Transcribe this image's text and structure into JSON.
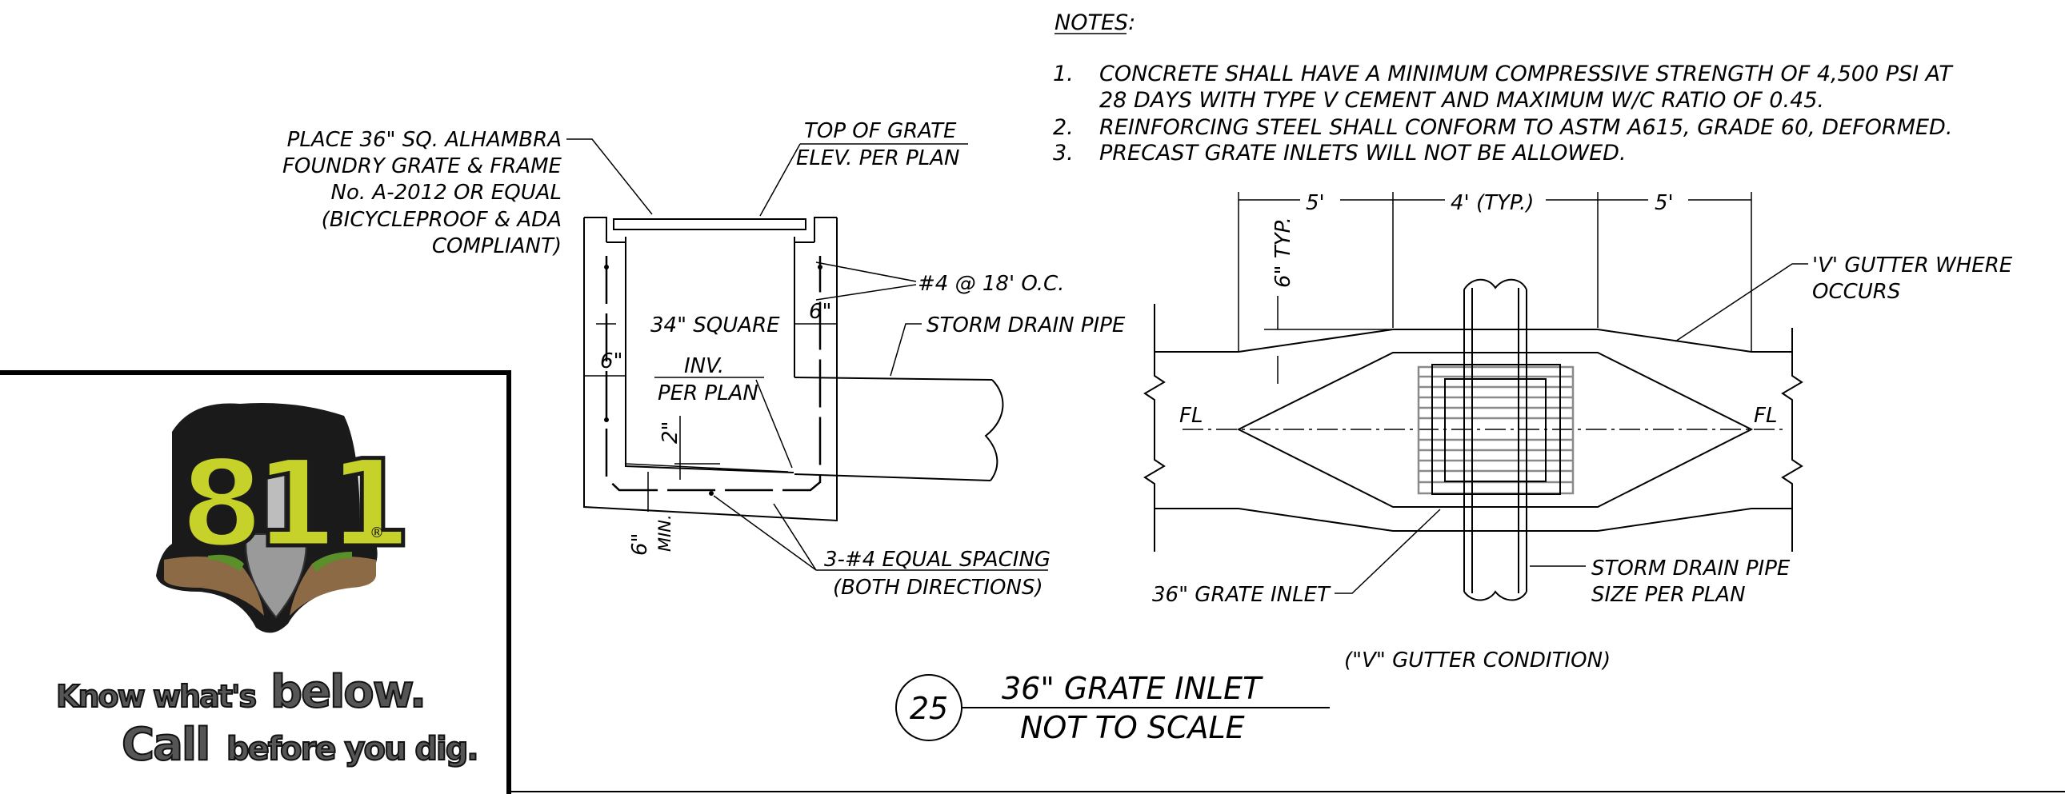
{
  "notes": {
    "heading": "NOTES:",
    "items": [
      {
        "num": "1.",
        "lines": [
          "CONCRETE SHALL HAVE A MINIMUM COMPRESSIVE STRENGTH OF 4,500 PSI AT",
          "28 DAYS WITH TYPE V CEMENT AND MAXIMUM W/C RATIO OF 0.45."
        ]
      },
      {
        "num": "2.",
        "lines": [
          "REINFORCING STEEL SHALL CONFORM TO ASTM A615, GRADE 60, DEFORMED."
        ]
      },
      {
        "num": "3.",
        "lines": [
          "PRECAST GRATE INLETS WILL NOT BE ALLOWED."
        ]
      }
    ]
  },
  "section": {
    "grate_callout": [
      "PLACE 36\" SQ. ALHAMBRA",
      "FOUNDRY GRATE & FRAME",
      "No. A-2012 OR EQUAL",
      "(BICYCLEPROOF & ADA",
      "COMPLIANT)"
    ],
    "top_of_grate": [
      "TOP OF GRATE",
      "ELEV. PER PLAN"
    ],
    "rebar_top": "#4 @ 18' O.C.",
    "wall_dim_right": "6\"",
    "square": "34\" SQUARE",
    "storm_drain_pipe": "STORM DRAIN PIPE",
    "wall_dim_left": "6\"",
    "inv": [
      "INV.",
      "PER PLAN"
    ],
    "dim_2in": "2\"",
    "dim_6in_min": "6\"",
    "min_label": "MIN.",
    "rebar_bottom": [
      "3-#4 EQUAL SPACING",
      "(BOTH DIRECTIONS)"
    ]
  },
  "plan": {
    "dim_left": "5'",
    "dim_mid": "4' (TYP.)",
    "dim_right": "5'",
    "dim_typ": "6\" TYP.",
    "v_gutter": [
      "'V' GUTTER WHERE",
      "OCCURS"
    ],
    "fl_left": "FL",
    "fl_right": "FL",
    "grate_inlet": "36\" GRATE INLET",
    "storm_pipe": [
      "STORM DRAIN PIPE",
      "SIZE PER PLAN"
    ],
    "condition": "(\"V\" GUTTER CONDITION)"
  },
  "title_block": {
    "detail_number": "25",
    "title": "36\" GRATE INLET",
    "scale": "NOT TO SCALE"
  },
  "logo": {
    "number": "811",
    "registered": "®",
    "line1_small": "Know what's",
    "line1_big": "below.",
    "line2_big": "Call",
    "line2_small": "before you dig.",
    "colors": {
      "number": "#c6d12a",
      "shovel": "#9a9a9a",
      "soil": "#8b6a45",
      "grass": "#5a8f2a",
      "outline": "#1a1a1a"
    }
  }
}
